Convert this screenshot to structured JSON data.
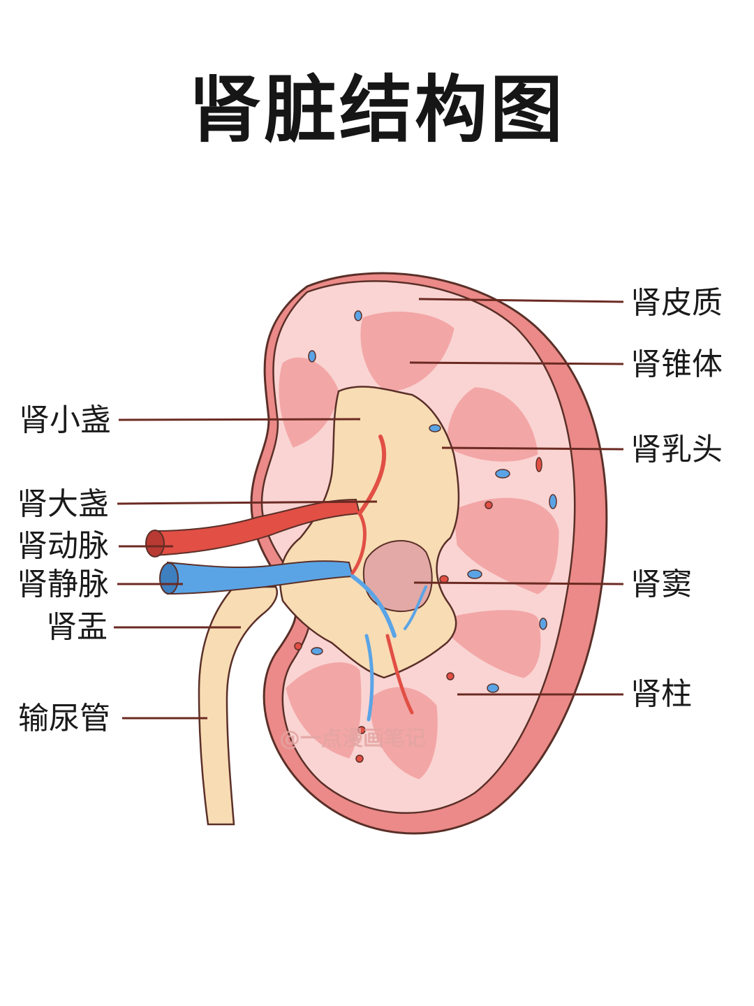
{
  "title": "肾脏结构图",
  "watermark": "@一点漫画笔记",
  "labels": {
    "renal_cortex": "肾皮质",
    "renal_pyramid": "肾锥体",
    "minor_calyx": "肾小盏",
    "renal_papilla": "肾乳头",
    "major_calyx": "肾大盏",
    "renal_artery": "肾动脉",
    "renal_vein": "肾静脉",
    "renal_sinus": "肾窦",
    "renal_pelvis": "肾盂",
    "renal_column": "肾柱",
    "ureter": "输尿管"
  },
  "colors": {
    "capsule": "#eb8a88",
    "cortex": "#f9d4d2",
    "pyramid": "#f3a6a6",
    "pelvis": "#f8dcb4",
    "artery": "#e14f45",
    "vein": "#5aa4e6",
    "leader_line": "#6b2a22",
    "outline": "#5a2f28"
  }
}
